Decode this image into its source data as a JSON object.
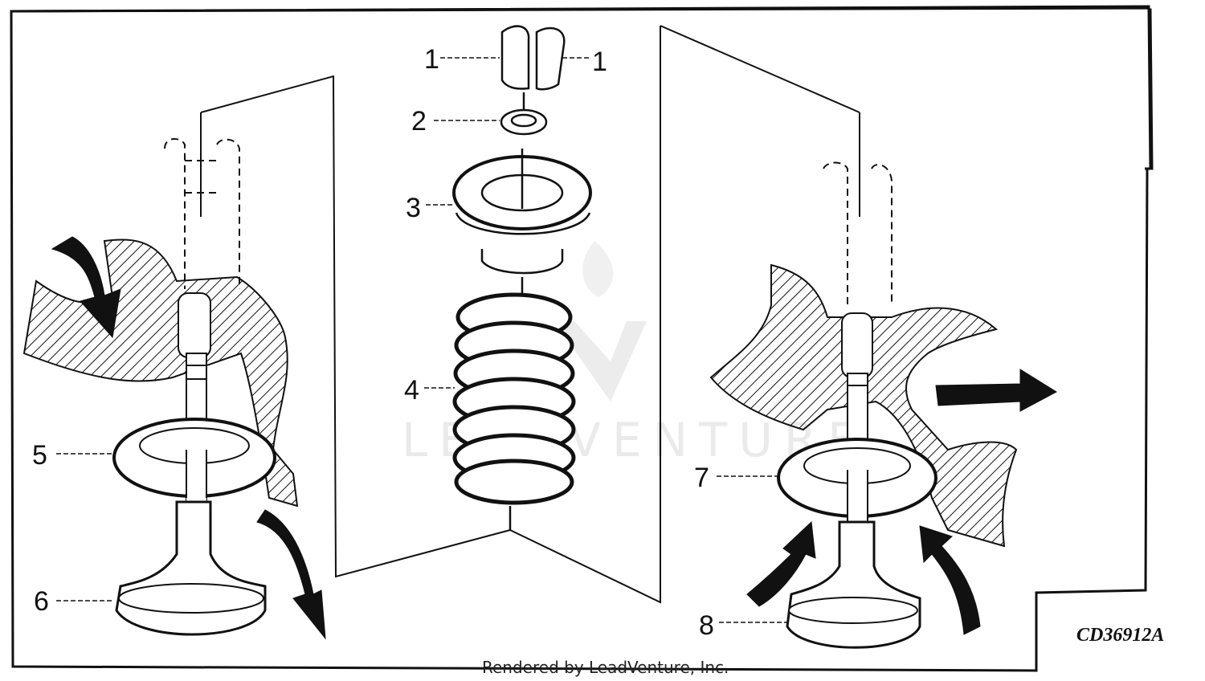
{
  "diagram": {
    "callouts": [
      {
        "id": "1a",
        "label": "1"
      },
      {
        "id": "1b",
        "label": "1"
      },
      {
        "id": "2",
        "label": "2"
      },
      {
        "id": "3",
        "label": "3"
      },
      {
        "id": "4",
        "label": "4"
      },
      {
        "id": "5",
        "label": "5"
      },
      {
        "id": "6",
        "label": "6"
      },
      {
        "id": "7",
        "label": "7"
      },
      {
        "id": "8",
        "label": "8"
      }
    ],
    "figure_code": "CD36912A",
    "watermark": "LEADVENTURE",
    "credit": "Rendered by LeadVenture, Inc."
  },
  "colors": {
    "ink": "#111111",
    "watermark": "#e8e8e8",
    "background": "#ffffff"
  }
}
